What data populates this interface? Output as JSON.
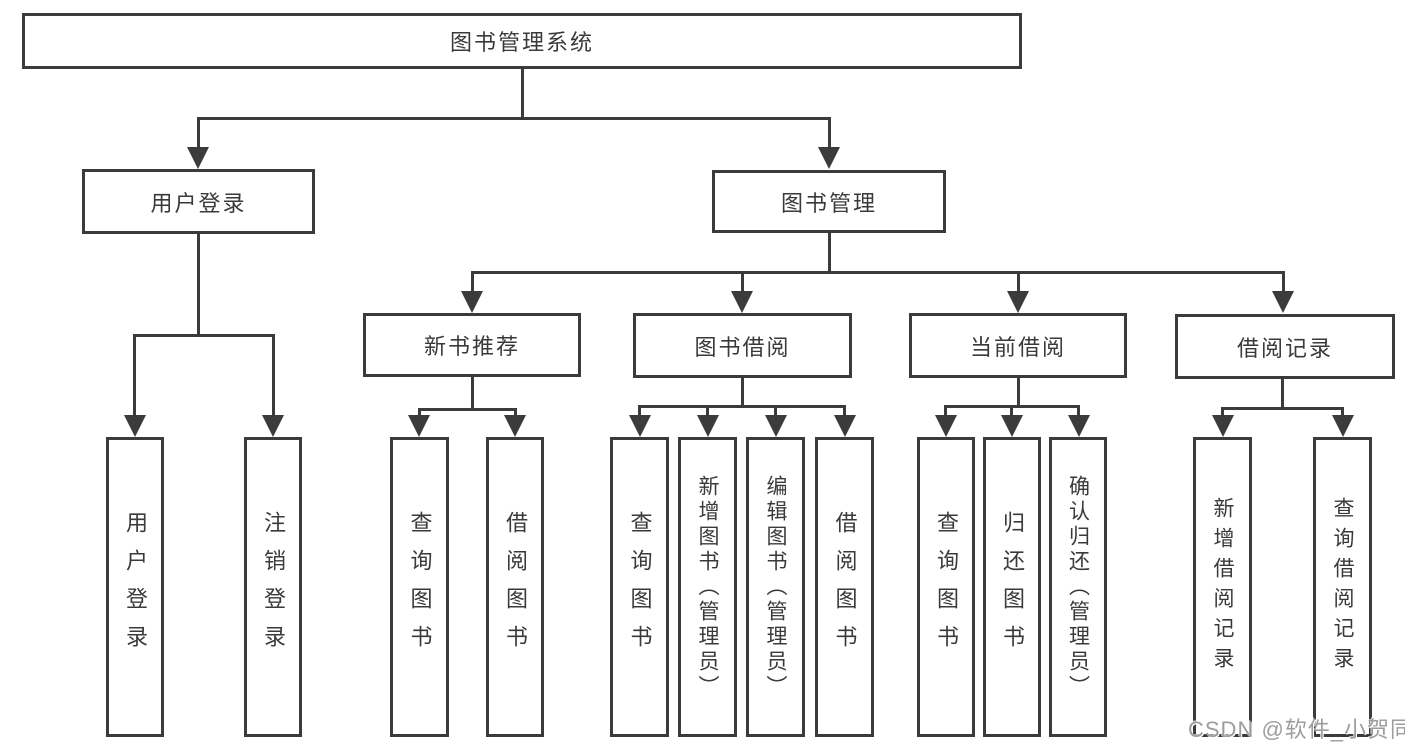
{
  "diagram": {
    "title": "图书管理系统",
    "watermark": "CSDN @软件_小贺同学",
    "colors": {
      "line": "#3b3b3b",
      "text": "#3a3a3a",
      "background": "#ffffff",
      "watermark": "#9d9d9d"
    },
    "tree": {
      "label": "图书管理系统",
      "children": [
        {
          "label": "用户登录",
          "children": [
            {
              "label": "用户登录"
            },
            {
              "label": "注销登录"
            }
          ]
        },
        {
          "label": "图书管理",
          "children": [
            {
              "label": "新书推荐",
              "children": [
                {
                  "label": "查询图书"
                },
                {
                  "label": "借阅图书"
                }
              ]
            },
            {
              "label": "图书借阅",
              "children": [
                {
                  "label": "查询图书"
                },
                {
                  "label": "新增图书（管理员）"
                },
                {
                  "label": "编辑图书（管理员）"
                },
                {
                  "label": "借阅图书"
                }
              ]
            },
            {
              "label": "当前借阅",
              "children": [
                {
                  "label": "查询图书"
                },
                {
                  "label": "归还图书"
                },
                {
                  "label": "确认归还（管理员）"
                }
              ]
            },
            {
              "label": "借阅记录",
              "children": [
                {
                  "label": "新增借阅记录"
                },
                {
                  "label": "查询借阅记录"
                }
              ]
            }
          ]
        }
      ]
    }
  }
}
